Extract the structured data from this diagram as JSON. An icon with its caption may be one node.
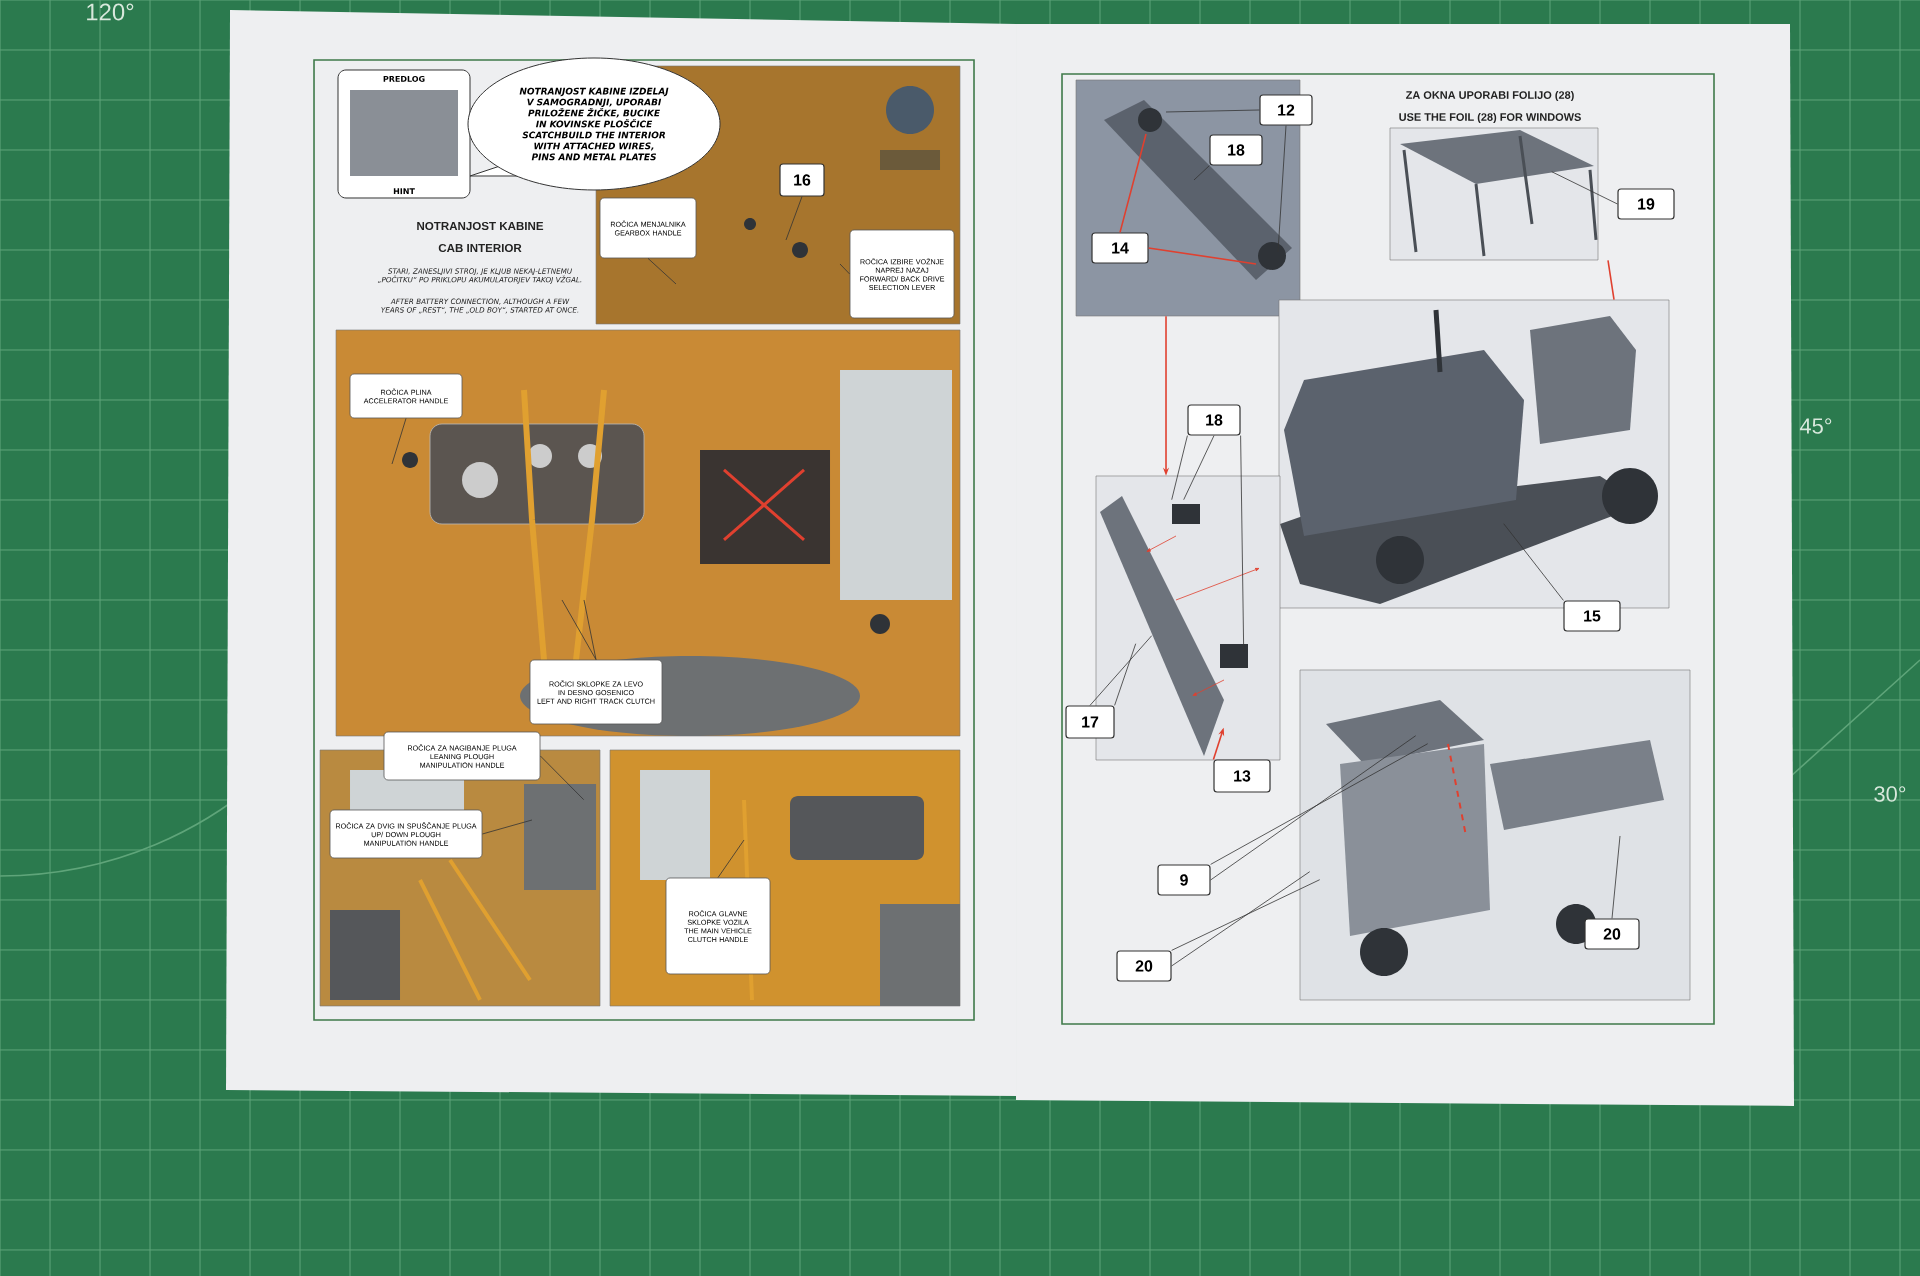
{
  "diagram": {
    "nodes": [
      {
        "text": [
          "PREDLOG",
          "HINT"
        ]
      },
      {
        "text": [
          "NOTRANJOST KABINE IZDELAJ V SAMOGRADNJI, UPORABI PRILOŽENE ŽIČKE, BUCIKE IN KOVINSKE PLOŠČICE",
          "SCATCHBUILD THE INTERIOR WITH ATTACHED WIRES, PINS AND METAL PLATES"
        ]
      },
      {
        "text": [],
        "shape": "picture"
      },
      {
        "text": [
          "16"
        ],
        "in": 2
      },
      {
        "text": [
          "ROČICA MENJALNIKA",
          "GEARBOX HANDLE"
        ],
        "in": 2
      },
      {
        "text": [
          "ROČICA IZBIRE VOŽNJE NAPREJ NAZAJ",
          "FORWARD/ BACK DRIVE SELECTION LEVER"
        ],
        "in": 2
      },
      {
        "text": [],
        "shape": "picture"
      },
      {
        "text": [
          "ROČICA PLINA",
          "ACCELERATOR HANDLE"
        ],
        "in": 6
      },
      {
        "text": [
          "ROČICI SKLOPKE ZA LEVO IN DESNO GOSENICO",
          "LEFT AND RIGHT TRACK CLUTCH"
        ],
        "in": 6
      },
      {
        "text": [],
        "shape": "picture"
      },
      {
        "text": [
          "ROČICA ZA NAGIBANJE PLUGA",
          "LEANING PLOUGH MANIPULATION HANDLE"
        ]
      },
      {
        "text": [
          "ROČICA ZA DVIG IN SPUŠČANJE PLUGA",
          "UP/ DOWN PLOUGH MANIPULATION HANDLE"
        ],
        "in": 9
      },
      {
        "text": [],
        "shape": "picture"
      },
      {
        "text": [
          "ROČICA GLAVNE SKLOPKE VOZILA",
          "THE MAIN VEHICLE CLUTCH HANDLE"
        ],
        "in": 12
      },
      {
        "text": [],
        "shape": "picture"
      },
      {
        "text": [
          "12"
        ],
        "in": 14
      },
      {
        "text": [
          "18"
        ],
        "in": 14
      },
      {
        "text": [
          "14"
        ],
        "in": 14
      },
      {
        "text": [],
        "shape": "picture"
      },
      {
        "text": [
          "19"
        ]
      },
      {
        "text": [],
        "shape": "picture"
      },
      {
        "text": [],
        "shape": "picture"
      },
      {
        "text": [
          "18"
        ]
      },
      {
        "text": [
          "15"
        ]
      },
      {
        "text": [
          "17"
        ]
      },
      {
        "text": [
          "13"
        ]
      },
      {
        "text": [],
        "shape": "picture"
      },
      {
        "text": [
          "9"
        ]
      },
      {
        "text": [
          "20"
        ]
      },
      {
        "text": [
          "20"
        ],
        "in": 26
      }
    ],
    "edges": [
      {
        "from": 3,
        "to": null,
        "arrow": "none"
      },
      {
        "from": 4,
        "to": null,
        "arrow": "none"
      },
      {
        "from": 5,
        "to": null,
        "arrow": "none"
      },
      {
        "from": 7,
        "to": null,
        "arrow": "none"
      },
      {
        "from": 8,
        "to": null,
        "arrow": "none"
      },
      {
        "from": 8,
        "to": null,
        "arrow": "none"
      },
      {
        "from": 10,
        "to": 9,
        "arrow": "none"
      },
      {
        "from": 11,
        "to": null,
        "arrow": "none"
      },
      {
        "from": 13,
        "to": null,
        "arrow": "none"
      },
      {
        "from": 15,
        "to": null,
        "arrow": "none"
      },
      {
        "from": 15,
        "to": null,
        "arrow": "none"
      },
      {
        "from": 16,
        "to": null,
        "arrow": "none"
      },
      {
        "from": 17,
        "to": null,
        "arrow": "none",
        "color": "#e0402f"
      },
      {
        "from": 17,
        "to": null,
        "arrow": "none",
        "color": "#e0402f"
      },
      {
        "from": 14,
        "to": 21,
        "arrow": "to",
        "color": "#e0402f"
      },
      {
        "from": 19,
        "to": 18,
        "arrow": "none"
      },
      {
        "from": 18,
        "to": 20,
        "arrow": "none",
        "color": "#e0402f"
      },
      {
        "from": 22,
        "to": 21,
        "arrow": "none"
      },
      {
        "from": 22,
        "to": 21,
        "arrow": "none"
      },
      {
        "from": 22,
        "to": 21,
        "arrow": "none"
      },
      {
        "from": 23,
        "to": 20,
        "arrow": "none"
      },
      {
        "from": 24,
        "to": 21,
        "arrow": "none"
      },
      {
        "from": 24,
        "to": 21,
        "arrow": "none"
      },
      {
        "from": 25,
        "to": 21,
        "arrow": "to",
        "color": "#e0402f"
      },
      {
        "from": 27,
        "to": 26,
        "arrow": "none"
      },
      {
        "from": 27,
        "to": 26,
        "arrow": "none"
      },
      {
        "from": 28,
        "to": 26,
        "arrow": "none"
      },
      {
        "from": 28,
        "to": 26,
        "arrow": "none"
      },
      {
        "from": 29,
        "to": null,
        "arrow": "none"
      }
    ],
    "labels": [
      "120°",
      "NOTRANJOST KABINE",
      "CAB INTERIOR",
      "STARI, ZANESLJIVI STROJ, JE KLJUB NEKAJ-LETNEMU „POČITKU“ PO PRIKLOPU AKUMULATORJEV TAKOJ VŽGAL.",
      "AFTER BATTERY CONNECTION, ALTHOUGH A FEW YEARS OF „REST“, THE „OLD BOY“, STARTED AT ONCE.",
      "ZA OKNA UPORABI FOLIJO (28)",
      "USE THE FOIL (28) FOR WINDOWS",
      "45°",
      "30°"
    ]
  }
}
